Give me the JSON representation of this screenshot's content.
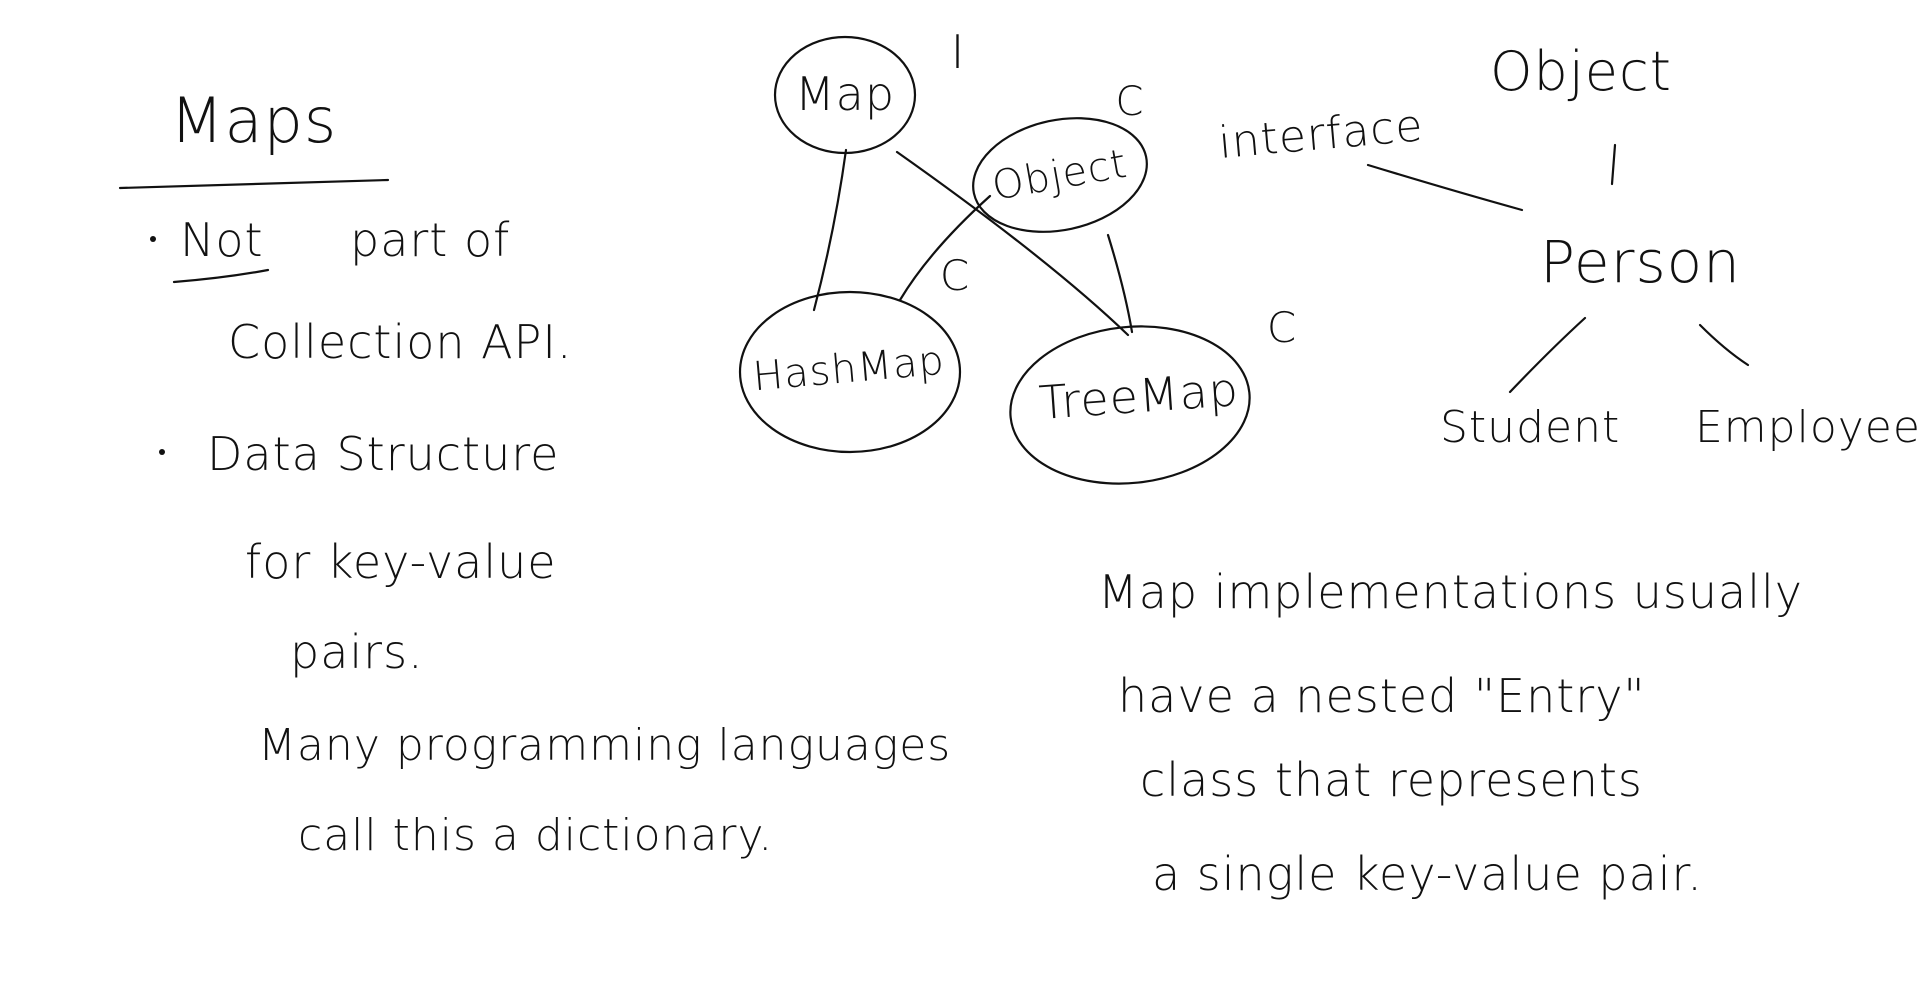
{
  "notes": {
    "title": "Maps",
    "bullet_1_underlined": "Not",
    "bullet_1_rest": "part of",
    "bullet_1_line_2": "Collection API.",
    "bullet_2_line_1": "Data Structure",
    "bullet_2_line_2": "for key-value",
    "bullet_2_line_3": "pairs.",
    "dictionary_line_1": "Many programming languages",
    "dictionary_line_2": "call this a dictionary."
  },
  "map_diagram": {
    "nodes": {
      "map": {
        "label": "Map",
        "tag": "I"
      },
      "object": {
        "label": "Object",
        "tag": "C"
      },
      "hashmap": {
        "label": "HashMap",
        "tag": "C"
      },
      "treemap": {
        "label": "TreeMap",
        "tag": "C"
      }
    }
  },
  "person_diagram": {
    "interface_label": "interface",
    "object_label": "Object",
    "person_label": "Person",
    "student_label": "Student",
    "employee_label": "Employee"
  },
  "entry_note": {
    "line_1": "Map implementations usually",
    "line_2": "have a nested \"Entry\"",
    "line_3": "class that represents",
    "line_4": "a single key-value pair."
  },
  "colors": {
    "background": "#ffffff",
    "ink": "#111111"
  }
}
